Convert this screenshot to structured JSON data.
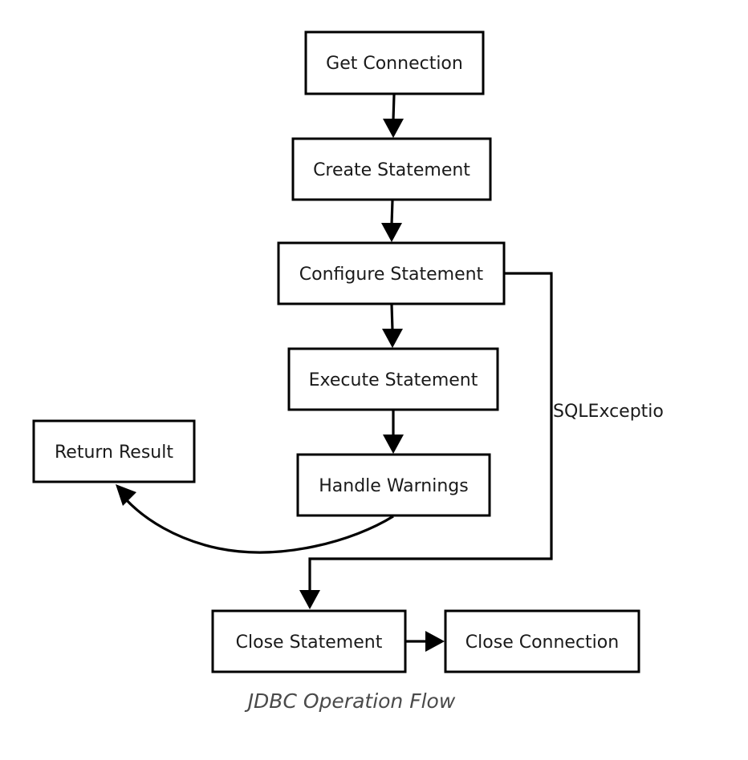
{
  "nodes": {
    "get_connection": "Get Connection",
    "create_statement": "Create Statement",
    "configure_statement": "Configure Statement",
    "execute_statement": "Execute Statement",
    "handle_warnings": "Handle Warnings",
    "return_result": "Return Result",
    "close_statement": "Close Statement",
    "close_connection": "Close Connection"
  },
  "edges": {
    "exception_label": "SQLExceptio"
  },
  "caption": "JDBC Operation Flow",
  "colors": {
    "stroke": "#000000",
    "caption_text": "#4a4a4a"
  }
}
